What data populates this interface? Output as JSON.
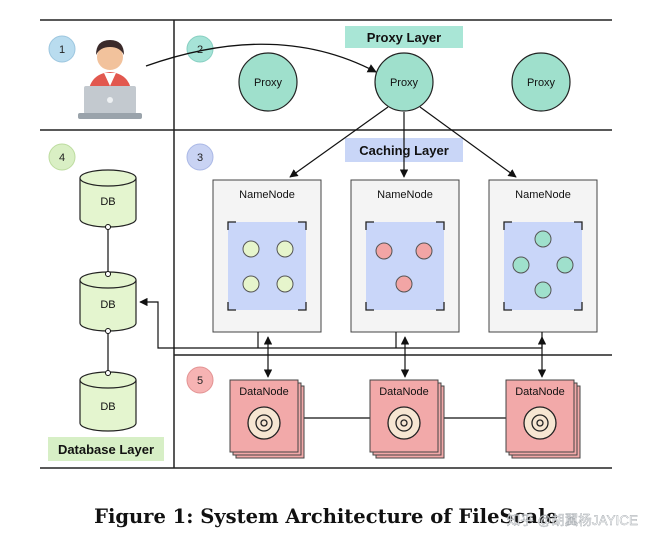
{
  "steps": [
    "1",
    "2",
    "3",
    "4",
    "5"
  ],
  "layers": {
    "proxy": "Proxy Layer",
    "caching": "Caching Layer",
    "database": "Database Layer"
  },
  "proxies": [
    "Proxy",
    "Proxy",
    "Proxy"
  ],
  "namenodes": [
    "NameNode",
    "NameNode",
    "NameNode"
  ],
  "datanodes": [
    "DataNode",
    "DataNode",
    "DataNode"
  ],
  "dbs": [
    "DB",
    "DB",
    "DB"
  ],
  "caption": "Figure 1: System Architecture of FileScale",
  "watermark": "知乎 @胡翼杨JAYICE",
  "colors": {
    "step1": "#b9dcef",
    "step2": "#a6e3d7",
    "step3": "#c9d3f3",
    "step4": "#d9efc4",
    "step5": "#f6b3b3",
    "proxy": "#9fe0cc",
    "proxy_layer_bg": "#a9e6d6",
    "caching_layer_bg": "#c9d6f7",
    "database_layer_bg": "#d7efc6",
    "cache_panel": "#c9d6f9",
    "namenode_bg": "#f4f4f4",
    "db": "#e4f5cf",
    "datanode": "#f2a9a9",
    "dots_green": "#e6f5cc",
    "dots_red": "#f2a5a5",
    "dots_teal": "#9fe0cc"
  }
}
